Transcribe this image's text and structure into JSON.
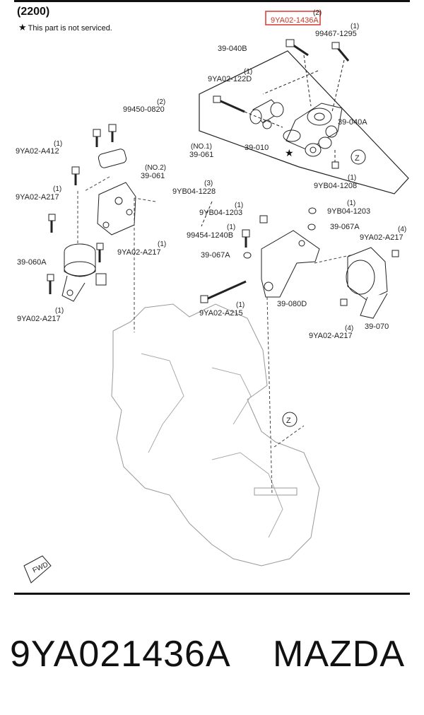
{
  "header": {
    "ref_code": "(2200)",
    "note_symbol": "★",
    "note_text": "This part is not serviced."
  },
  "callouts": [
    {
      "id": "c1",
      "label": "9YA02-1436A",
      "qty": "(2)",
      "highlight": true
    },
    {
      "id": "c2",
      "label": "99467-1295",
      "qty": "(1)"
    },
    {
      "id": "c3",
      "label": "39-040B",
      "qty": ""
    },
    {
      "id": "c4",
      "label": "9YA02-122D",
      "qty": "(1)"
    },
    {
      "id": "c5",
      "label": "39-040A",
      "qty": ""
    },
    {
      "id": "c6",
      "label": "39-010",
      "qty": ""
    },
    {
      "id": "c7",
      "label": "9YB04-1208",
      "qty": "(1)"
    },
    {
      "id": "c8",
      "label": "99450-0820",
      "qty": "(2)"
    },
    {
      "id": "c9",
      "label": "9YA02-A412",
      "qty": "(1)"
    },
    {
      "id": "c10",
      "label": "39-061",
      "qty": "(NO.1)"
    },
    {
      "id": "c11",
      "label": "39-061",
      "qty": "(NO.2)"
    },
    {
      "id": "c12",
      "label": "9YA02-A217",
      "qty": "(1)"
    },
    {
      "id": "c13",
      "label": "9YB04-1228",
      "qty": "(3)"
    },
    {
      "id": "c14",
      "label": "39-060A",
      "qty": ""
    },
    {
      "id": "c15",
      "label": "9YA02-A217",
      "qty": "(1)"
    },
    {
      "id": "c16",
      "label": "9YA02-A217",
      "qty": "(1)"
    },
    {
      "id": "c17",
      "label": "9YB04-1203",
      "qty": "(1)"
    },
    {
      "id": "c18",
      "label": "9YB04-1203",
      "qty": "(1)"
    },
    {
      "id": "c19",
      "label": "99454-1240B",
      "qty": "(1)"
    },
    {
      "id": "c20",
      "label": "39-067A",
      "qty": ""
    },
    {
      "id": "c21",
      "label": "39-067A",
      "qty": ""
    },
    {
      "id": "c22",
      "label": "9YA02-A217",
      "qty": "(4)"
    },
    {
      "id": "c23",
      "label": "9YA02-A215",
      "qty": "(1)"
    },
    {
      "id": "c24",
      "label": "39-080D",
      "qty": ""
    },
    {
      "id": "c25",
      "label": "9YA02-A217",
      "qty": "(4)"
    },
    {
      "id": "c26",
      "label": "39-070",
      "qty": ""
    }
  ],
  "zone_markers": [
    "Z",
    "Z"
  ],
  "fwd_label": "FWD",
  "footer": {
    "part_number": "9YA021436A",
    "brand": "MAZDA"
  }
}
